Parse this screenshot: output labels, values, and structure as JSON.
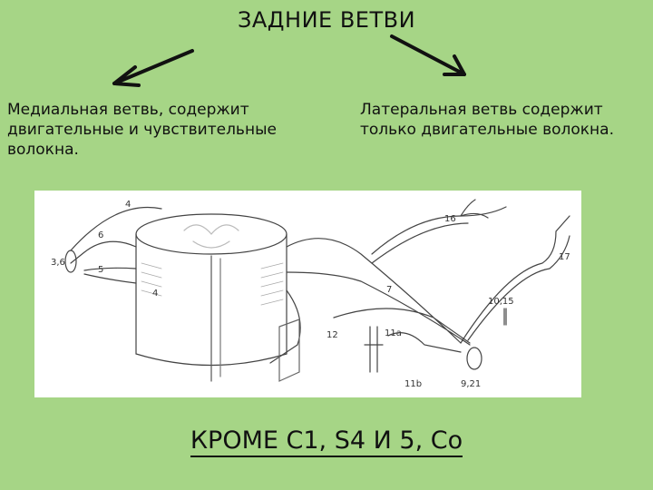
{
  "title": "ЗАДНИЕ ВЕТВИ",
  "medial_branch_text": "Медиальная ветвь, содержит двигательные и чувствительные волокна.",
  "lateral_branch_text": "Латеральная ветвь содержит только двигательные волокна.",
  "footer_text": "КРОМЕ С1, S4 И 5, Со",
  "figure": {
    "labels": [
      "4",
      "6",
      "3,6",
      "5",
      "4",
      "16",
      "17",
      "7",
      "10,15",
      "12",
      "11a",
      "11b",
      "9,21"
    ]
  },
  "colors": {
    "background": "#a6d586",
    "text": "#111111",
    "figure_bg": "#ffffff"
  }
}
